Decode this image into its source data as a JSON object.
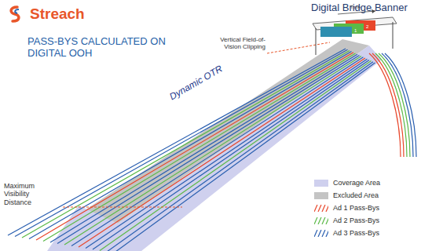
{
  "diagram": {
    "title": "PASS-BYS CALCULATED ON DIGITAL OOH",
    "labels": [
      "Streach",
      "Digital Bridge Banner",
      "Time",
      "1",
      "2",
      "Vertical Field-of-Vision Clipping",
      "Dynamic OTR",
      "Maximum Visibility Distance"
    ],
    "legend": [
      {
        "text": "Coverage Area",
        "color": "#cfd0ee"
      },
      {
        "text": "Excluded Area",
        "color": "#c4c4c4"
      },
      {
        "text": "Ad 1 Pass-Bys"
      },
      {
        "text": "Ad 2 Pass-Bys"
      },
      {
        "text": "Ad 3 Pass-Bys"
      }
    ]
  }
}
